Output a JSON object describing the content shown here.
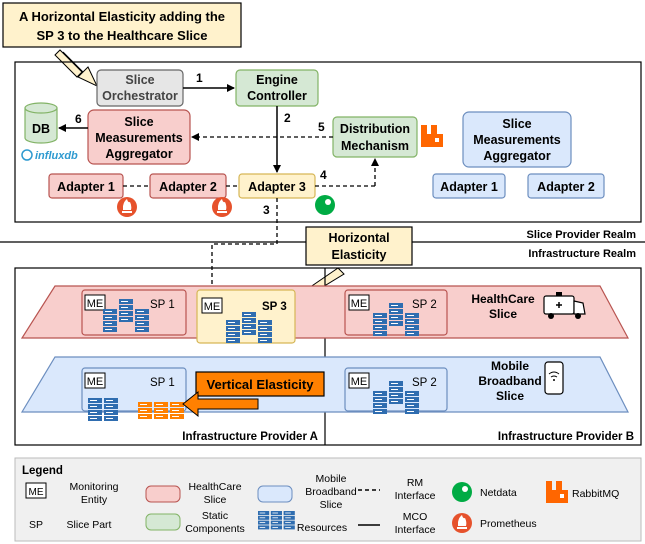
{
  "callouts": {
    "top_line1": "A Horizontal Elasticity adding the",
    "top_line2": "SP 3 to the Healthcare Slice",
    "horizontal_line1": "Horizontal",
    "horizontal_line2": "Elasticity",
    "vertical": "Vertical Elasticity"
  },
  "provider_realm": {
    "slice_orchestrator": [
      "Slice",
      "Orchestrator"
    ],
    "engine_controller": [
      "Engine",
      "Controller"
    ],
    "aggregator_left": [
      "Slice",
      "Measurements",
      "Aggregator"
    ],
    "distribution": [
      "Distribution",
      "Mechanism"
    ],
    "aggregator_right": [
      "Slice",
      "Measurements",
      "Aggregator"
    ],
    "db": "DB",
    "influx": "influxdb",
    "adapter1": "Adapter 1",
    "adapter2": "Adapter 2",
    "adapter3": "Adapter 3",
    "adapter1_right": "Adapter 1",
    "adapter2_right": "Adapter 2",
    "edge_labels": [
      "1",
      "2",
      "3",
      "4",
      "5",
      "6"
    ]
  },
  "realms": {
    "slice_provider": "Slice Provider Realm",
    "infrastructure": "Infrastructure Realm"
  },
  "infrastructure": {
    "me": "ME",
    "sp1_a": "SP 1",
    "sp3": "SP 3",
    "sp1_a2": "SP 1",
    "sp2_b": "SP 2",
    "sp2_b2": "SP 2",
    "healthcare_slice": [
      "HealthCare",
      "Slice"
    ],
    "mobile_slice": [
      "Mobile",
      "Broadband",
      "Slice"
    ],
    "provider_a": "Infrastructure Provider A",
    "provider_b": "Infrastructure Provider B"
  },
  "legend": {
    "title": "Legend",
    "me": "ME",
    "monitoring": [
      "Monitoring",
      "Entity"
    ],
    "sp": "SP",
    "slice_part": "Slice Part",
    "healthcare": [
      "HealthCare",
      "Slice"
    ],
    "static": [
      "Static",
      "Components"
    ],
    "mobile": [
      "Mobile",
      "Broadband",
      "Slice"
    ],
    "resources": "Resources",
    "rm": [
      "RM",
      "Interface"
    ],
    "mco": [
      "MCO",
      "Interface"
    ],
    "netdata": "Netdata",
    "prometheus": "Prometheus",
    "rabbitmq": "RabbitMQ"
  },
  "colors": {
    "healthcare": "#f8cecc",
    "static": "#d5e8d4",
    "mobile": "#dae8fc",
    "callout": "#fff2cc",
    "vertical": "#ff8000",
    "server": "#2f6db0",
    "prometheus": "#e6522c",
    "netdata": "#00ab44",
    "rabbitmq": "#ff6600"
  }
}
